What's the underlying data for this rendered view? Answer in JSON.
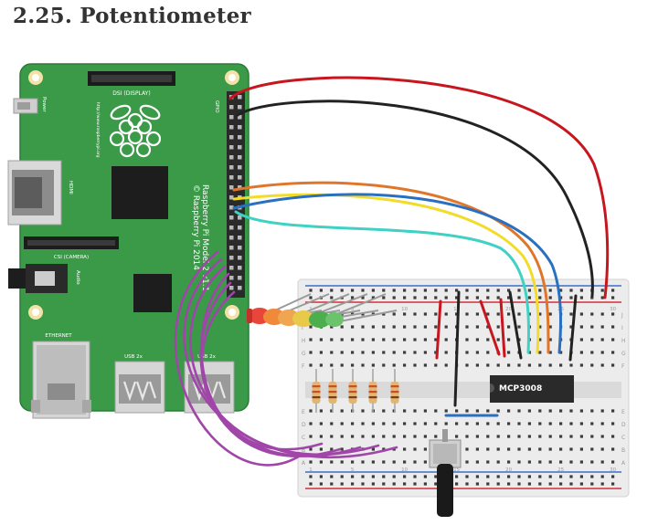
{
  "title": "2.25. Potentiometer",
  "pi": {
    "power": "Power",
    "dsi": "DSI (DISPLAY)",
    "gpio": "GPIO",
    "hdmi": "HDMI",
    "csi": "CSI (CAMERA)",
    "audio": "Audio",
    "ethernet": "ETHERNET",
    "usb1": "USB 2x",
    "usb2": "USB 2x",
    "model": "Raspberry Pi Model 2 v1.1",
    "copyright": "© Raspberry Pi 2014",
    "url": "http://www.raspberrypi.org"
  },
  "chip": {
    "label": "MCP3008"
  },
  "breadboard": {
    "rows_top": [
      "J",
      "I",
      "H",
      "G",
      "F"
    ],
    "rows_bottom": [
      "E",
      "D",
      "C",
      "B",
      "A"
    ],
    "col_numbers": [
      "1",
      "5",
      "10",
      "15",
      "20",
      "25",
      "30"
    ]
  },
  "colors": {
    "pi_green": "#3a9a48",
    "wire_red": "#c8161e",
    "wire_black": "#222222",
    "wire_orange": "#e0762a",
    "wire_yellow": "#f2dc2a",
    "wire_blue": "#2a6fc0",
    "wire_teal": "#3fd1c4",
    "wire_purple": "#a046a8",
    "led_red": "#e8463a",
    "led_orange": "#f08a3a",
    "led_yellow": "#e8c94a",
    "led_green": "#4cae4c"
  }
}
